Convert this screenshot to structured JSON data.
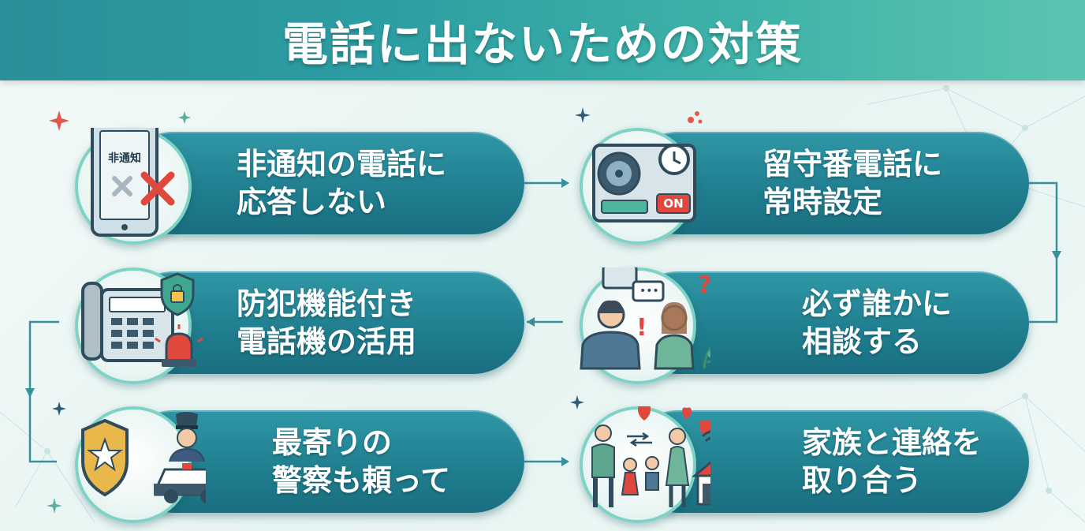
{
  "header": {
    "title": "電話に出ないための対策"
  },
  "colors": {
    "banner": "#2c9ea3",
    "pill": "#1f7d8e",
    "accent_red": "#e0483d",
    "ring": "#7fd3c6"
  },
  "steps": [
    {
      "line1": "非通知の電話に",
      "line2": "応答しない",
      "icon": "phone-unknown-caller-icon",
      "badge": "非通知"
    },
    {
      "line1": "留守番電話に",
      "line2": "常時設定",
      "icon": "answering-machine-icon",
      "badge": "ON"
    },
    {
      "line1": "必ず誰かに",
      "line2": "相談する",
      "icon": "consult-people-icon"
    },
    {
      "line1": "防犯機能付き",
      "line2": "電話機の活用",
      "icon": "security-telephone-icon"
    },
    {
      "line1": "最寄りの",
      "line2": "警察も頼って",
      "icon": "police-icon"
    },
    {
      "line1": "家族と連絡を",
      "line2": "取り合う",
      "icon": "family-home-icon"
    }
  ]
}
